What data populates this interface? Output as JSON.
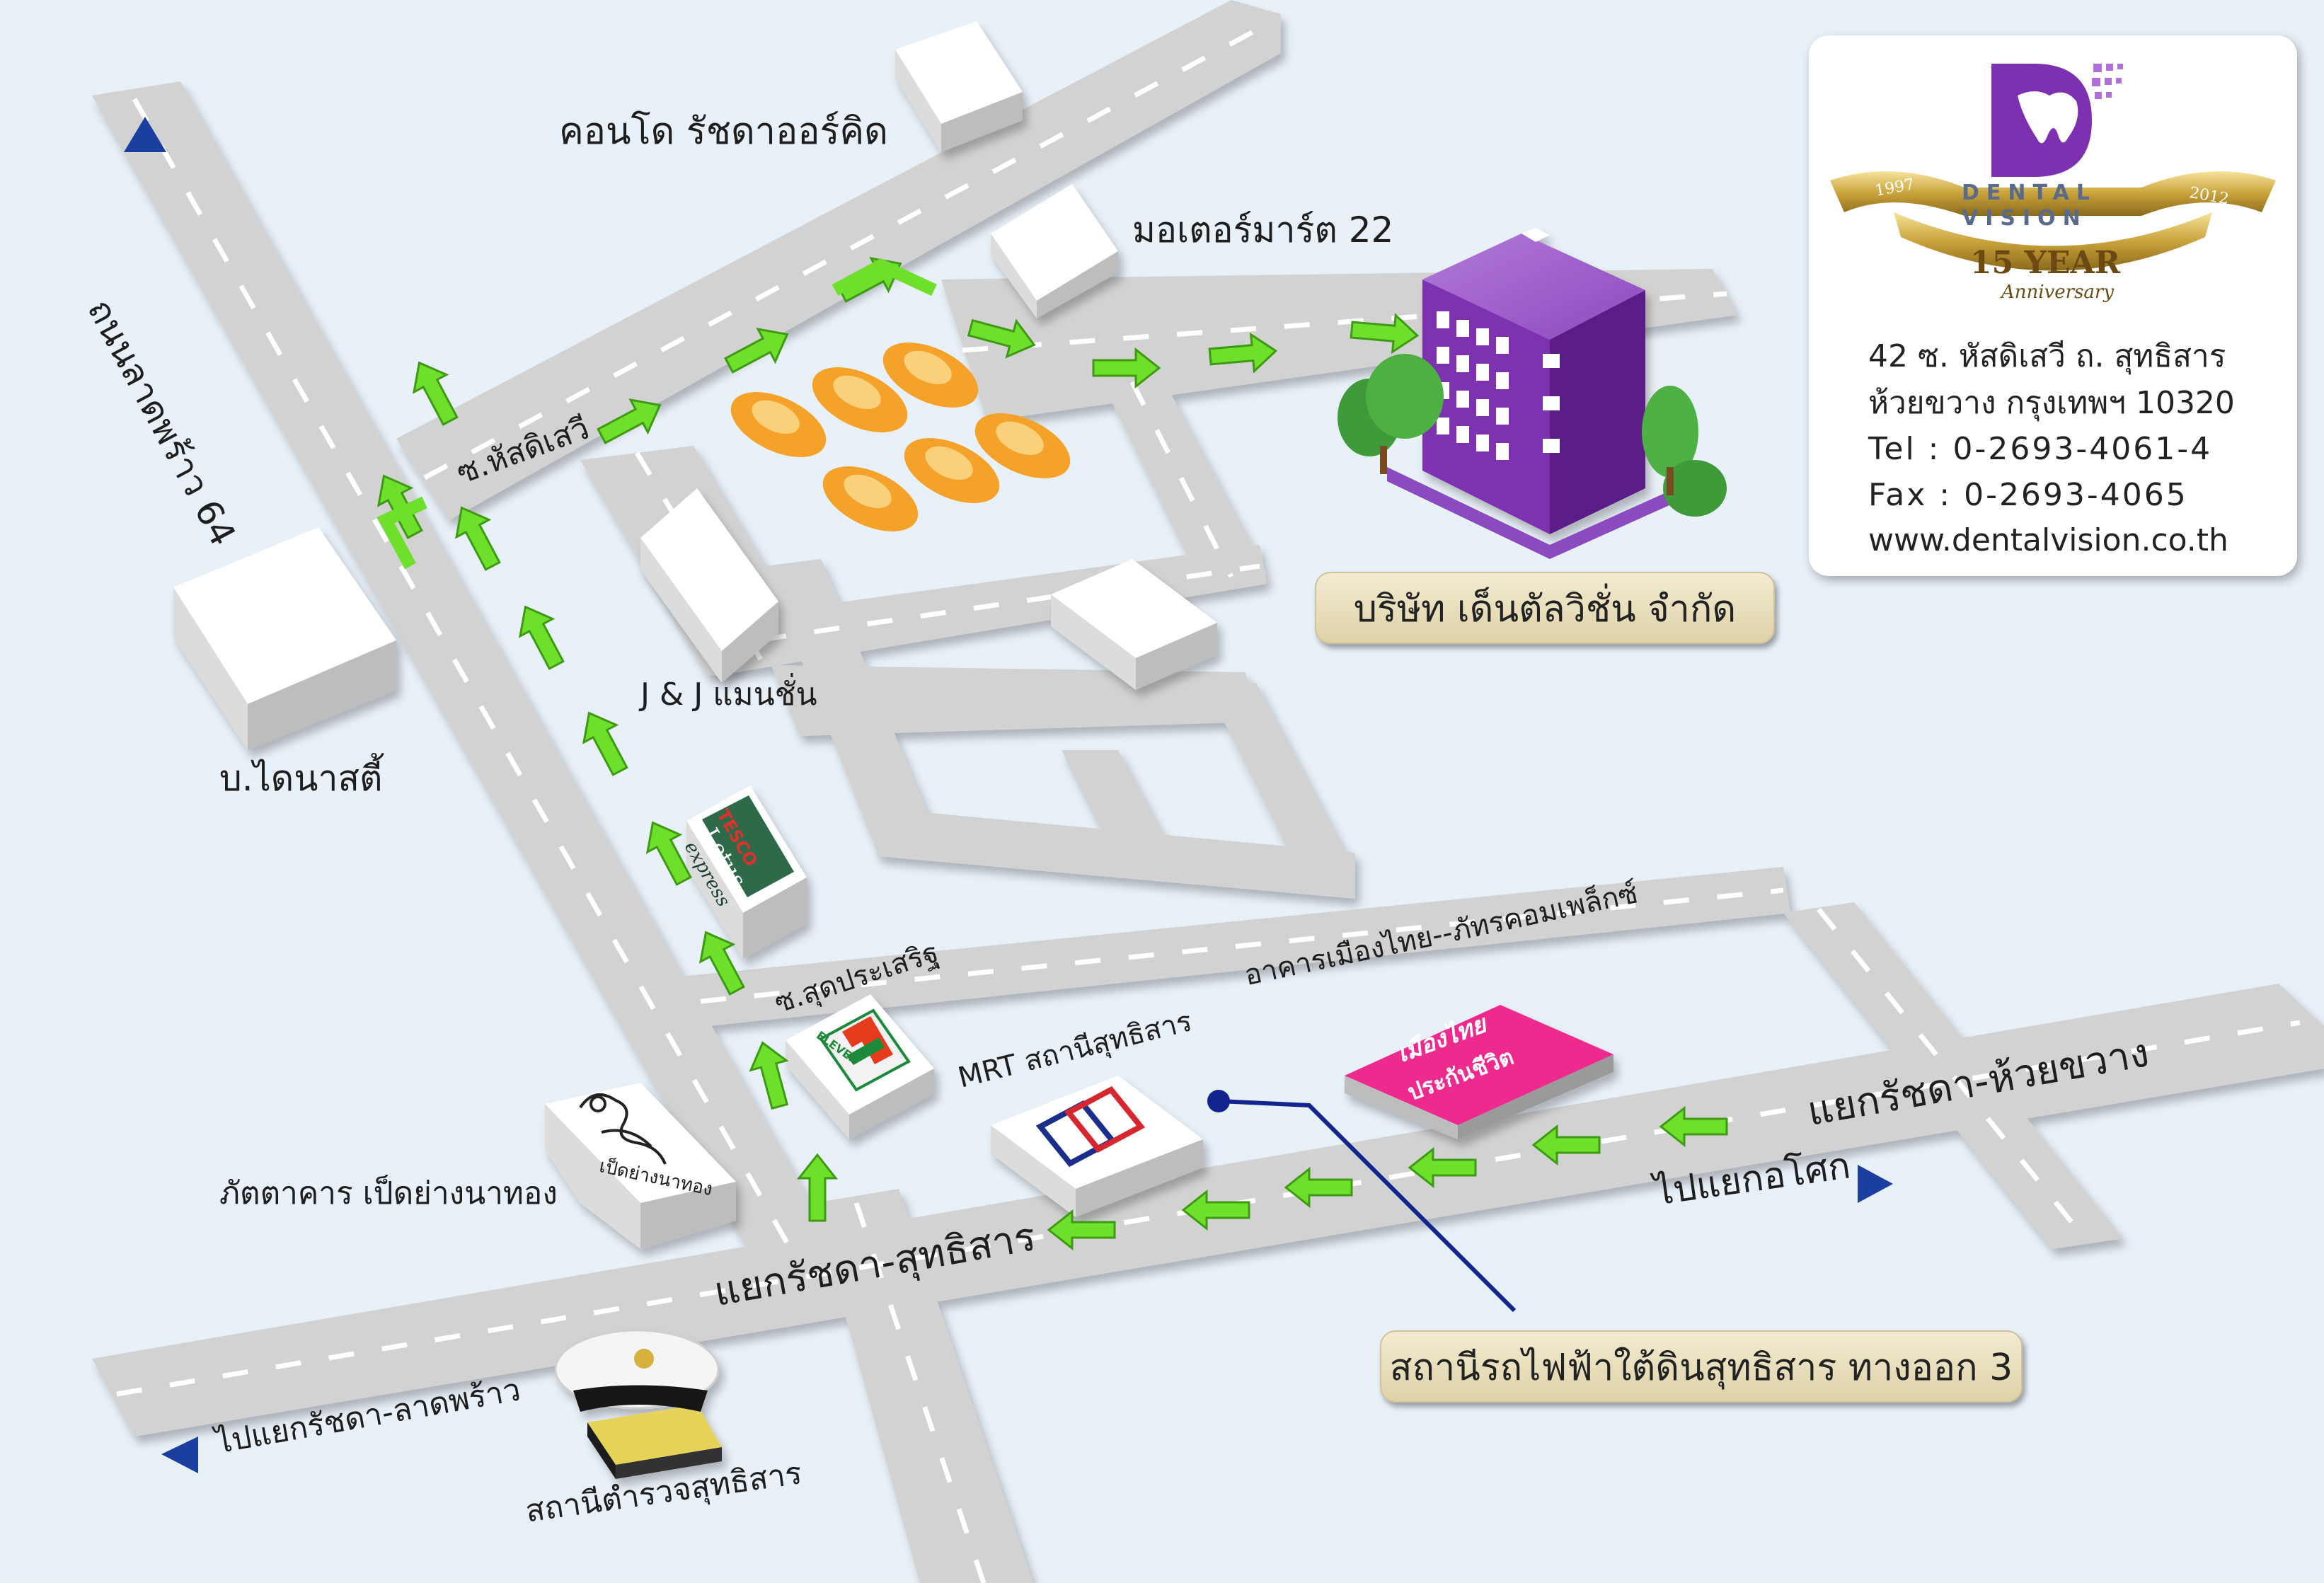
{
  "map_title_hidden": "",
  "roads": {
    "lat_phrao_64": "ถนนลาดพร้าว 64",
    "soi_hatsadi_sawi": "ซ.หัสดิเสวี",
    "soi_sut_prasert": "ซ.สุดประเสริฐ",
    "ratchada_sutthisan": "แยกรัชดา-สุทธิสาร",
    "ratchada_huai_khwang": "แยกรัชดา-ห้วยขวาง"
  },
  "directions": {
    "to_asok": "ไปแยกอโศก",
    "to_ratchada_lat_phrao": "ไปแยกรัชดา-ลาดพร้าว"
  },
  "landmarks": {
    "condo_ratchada_orchid": "คอนโด รัชดาออร์คิด",
    "motor_mart_22": "มอเตอร์มาร์ต 22",
    "b_dynasty": "บ.ไดนาสตี้",
    "jj_mansion": "J & J แมนชั่น",
    "muang_thai_complex": "อาคารเมืองไทย--ภัทรคอมเพล็กซ์",
    "mrt_station": "MRT สถานีสุทธิสาร",
    "restaurant_ped_yang": "ภัตตาคาร เป็ดย่างนาทอง",
    "police_station": "สถานีตำรวจสุทธิสาร"
  },
  "signs": {
    "tesco_brand": "TESCO",
    "lotus_brand": "Lotus",
    "express_brand": "express",
    "seven_eleven": "ELEVEn",
    "duck_sign": "เป็ดย่างนาทอง",
    "muang_thai_line1": "เมืองไทย",
    "muang_thai_line2": "ประกันชีวิต"
  },
  "callouts": {
    "company": "บริษัท เด็นตัลวิชั่น จำกัด",
    "mrt_exit": "สถานีรถไฟฟ้าใต้ดินสุทธิสาร ทางออก 3"
  },
  "info_card": {
    "logo_word1": "DENTAL",
    "logo_word2": "VISION",
    "anniv_big": "15 YEAR",
    "anniv_script": "Anniversary",
    "year_start": "1997",
    "year_end": "2012",
    "address_line1": "42  ซ. หัสดิเสวี ถ. สุทธิสาร",
    "address_line2": "ห้วยขวาง กรุงเทพฯ 10320",
    "tel": "Tel  : 0-2693-4061-4",
    "fax": "Fax : 0-2693-4065",
    "website": "www.dentalvision.co.th"
  },
  "colors": {
    "background": "#e8f0f8",
    "road": "#d2d2d2",
    "route_arrow": "#6ee02c",
    "building_purple": "#7d30b0",
    "direction_blue": "#1a3fa0",
    "mrt_line": "#12258e",
    "taxi": "#f5a22a",
    "gold": "#c9a23a"
  },
  "icons": {
    "route": "green-arrow-icon",
    "direction": "blue-triangle-icon",
    "tree": "tree-icon",
    "taxi": "taxi-icon",
    "police": "police-cap-icon",
    "mrt": "mrt-logo-icon",
    "tooth": "tooth-logo-icon"
  }
}
